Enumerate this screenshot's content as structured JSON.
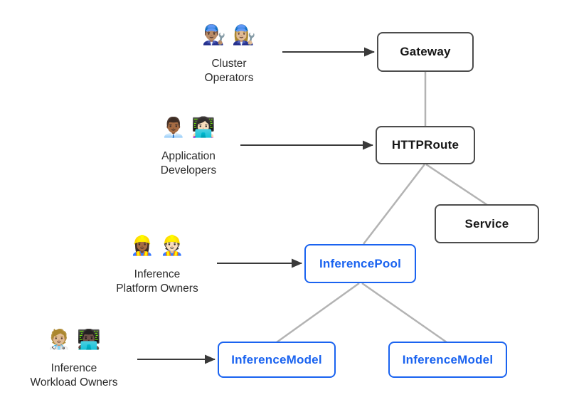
{
  "diagram": {
    "type": "resource-relationship-diagram",
    "colors": {
      "core_node_border": "#4d4d4d",
      "core_node_text": "#161616",
      "inference_node_accent": "#1a63f0",
      "connector_line": "#b3b3b3",
      "arrow_line": "#3a3a3a",
      "persona_text": "#2b2b2b",
      "background": "#ffffff"
    },
    "personas": [
      {
        "id": "cluster-operators",
        "emojis": "👨🏽‍🔧 👩🏼‍🔧",
        "label_lines": [
          "Cluster",
          "Operators"
        ]
      },
      {
        "id": "application-developers",
        "emojis": "👨🏾‍💼 👩🏻‍💻",
        "label_lines": [
          "Application",
          "Developers"
        ]
      },
      {
        "id": "inference-platform-owners",
        "emojis": "👷🏾‍♀️ 👷🏻",
        "label_lines": [
          "Inference",
          "Platform Owners"
        ]
      },
      {
        "id": "inference-workload-owners",
        "emojis": "🧑🏼‍⚕️ 👨🏿‍💻",
        "label_lines": [
          "Inference",
          "Workload Owners"
        ]
      }
    ],
    "nodes": [
      {
        "id": "gateway",
        "label": "Gateway",
        "style": "core"
      },
      {
        "id": "httproute",
        "label": "HTTPRoute",
        "style": "core"
      },
      {
        "id": "service",
        "label": "Service",
        "style": "core"
      },
      {
        "id": "inferencepool",
        "label": "InferencePool",
        "style": "inference"
      },
      {
        "id": "inferencemodel-left",
        "label": "InferenceModel",
        "style": "inference"
      },
      {
        "id": "inferencemodel-right",
        "label": "InferenceModel",
        "style": "inference"
      }
    ],
    "edges": [
      {
        "from": "gateway",
        "to": "httproute",
        "kind": "line"
      },
      {
        "from": "httproute",
        "to": "service",
        "kind": "line"
      },
      {
        "from": "httproute",
        "to": "inferencepool",
        "kind": "line"
      },
      {
        "from": "inferencepool",
        "to": "inferencemodel-left",
        "kind": "line"
      },
      {
        "from": "inferencepool",
        "to": "inferencemodel-right",
        "kind": "line"
      },
      {
        "from": "cluster-operators",
        "to": "gateway",
        "kind": "arrow"
      },
      {
        "from": "application-developers",
        "to": "httproute",
        "kind": "arrow"
      },
      {
        "from": "inference-platform-owners",
        "to": "inferencepool",
        "kind": "arrow"
      },
      {
        "from": "inference-workload-owners",
        "to": "inferencemodel-left",
        "kind": "arrow"
      }
    ]
  }
}
